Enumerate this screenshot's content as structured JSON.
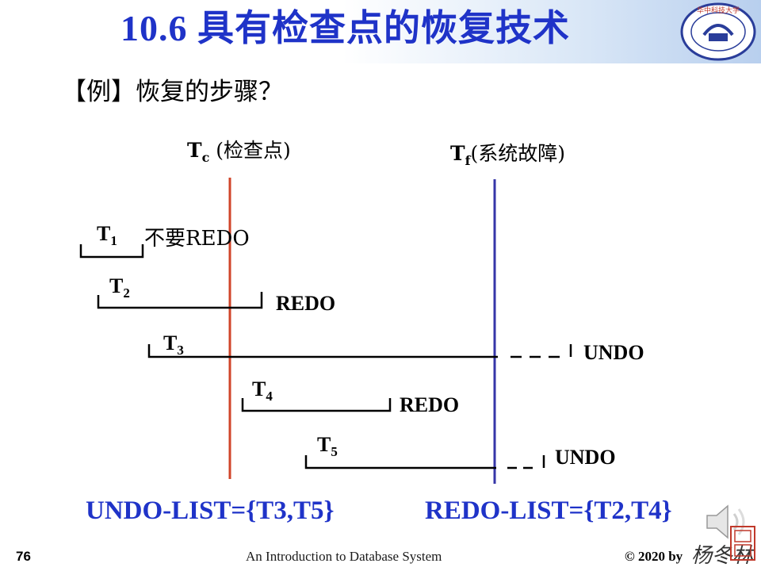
{
  "slide": {
    "title": "10.6  具有检查点的恢复技术",
    "subtitle": "【例】恢复的步骤？",
    "page_number": "76",
    "footer_center": "An Introduction to Database System",
    "footer_right": "© 2020 by",
    "signature": "杨冬林",
    "logo_text": "华中科技大学"
  },
  "diagram": {
    "checkpoint": {
      "symbol": "T",
      "sub": "c",
      "label": " (检查点)",
      "color": "#d0452a"
    },
    "failure": {
      "symbol": "T",
      "sub": "f",
      "label": "(系统故障)",
      "color": "#3636a8"
    },
    "transactions": [
      {
        "name": "T",
        "sub": "1",
        "action": "不要REDO",
        "status": "committed before checkpoint"
      },
      {
        "name": "T",
        "sub": "2",
        "action": "REDO",
        "status": "committed after checkpoint"
      },
      {
        "name": "T",
        "sub": "3",
        "action": "UNDO",
        "status": "active at failure"
      },
      {
        "name": "T",
        "sub": "4",
        "action": "REDO",
        "status": "committed after checkpoint"
      },
      {
        "name": "T",
        "sub": "5",
        "action": "UNDO",
        "status": "active at failure"
      }
    ],
    "undo_list": "UNDO-LIST={T3,T5}",
    "redo_list": "REDO-LIST={T2,T4}",
    "accent_color": "#1f33c8"
  }
}
